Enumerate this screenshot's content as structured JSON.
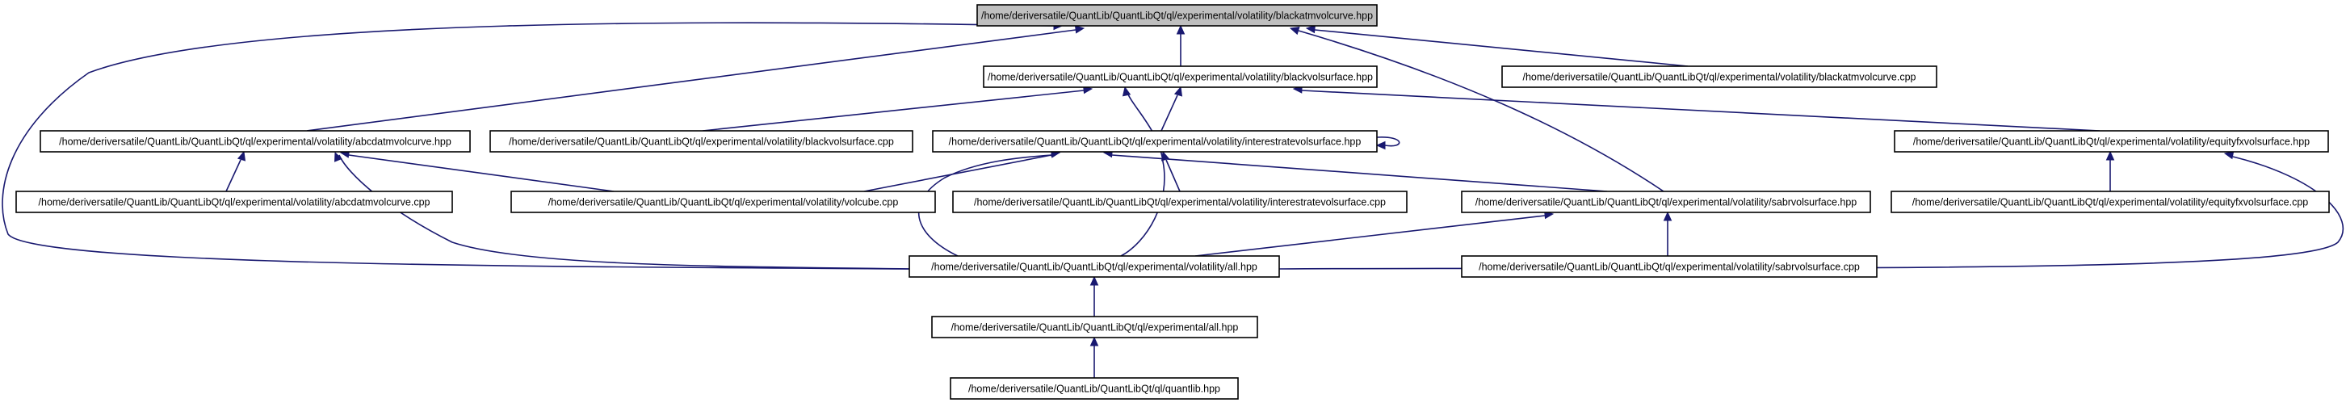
{
  "colors": {
    "edge": "#191970",
    "node_border": "#000000",
    "node_fill": "#ffffff",
    "root_fill": "#bfbfbf",
    "background": "#ffffff"
  },
  "root": "blackatmvolcurve_hpp",
  "nodes": [
    {
      "id": "blackatmvolcurve_hpp",
      "label": "/home/deriversatile/QuantLib/QuantLibQt/ql/experimental/volatility/blackatmvolcurve.hpp"
    },
    {
      "id": "blackvolsurface_hpp",
      "label": "/home/deriversatile/QuantLib/QuantLibQt/ql/experimental/volatility/blackvolsurface.hpp"
    },
    {
      "id": "blackatmvolcurve_cpp",
      "label": "/home/deriversatile/QuantLib/QuantLibQt/ql/experimental/volatility/blackatmvolcurve.cpp"
    },
    {
      "id": "abcdatmvolcurve_hpp",
      "label": "/home/deriversatile/QuantLib/QuantLibQt/ql/experimental/volatility/abcdatmvolcurve.hpp"
    },
    {
      "id": "blackvolsurface_cpp",
      "label": "/home/deriversatile/QuantLib/QuantLibQt/ql/experimental/volatility/blackvolsurface.cpp"
    },
    {
      "id": "interestratevolsurface_hpp",
      "label": "/home/deriversatile/QuantLib/QuantLibQt/ql/experimental/volatility/interestratevolsurface.hpp"
    },
    {
      "id": "equityfxvolsurface_hpp",
      "label": "/home/deriversatile/QuantLib/QuantLibQt/ql/experimental/volatility/equityfxvolsurface.hpp"
    },
    {
      "id": "abcdatmvolcurve_cpp",
      "label": "/home/deriversatile/QuantLib/QuantLibQt/ql/experimental/volatility/abcdatmvolcurve.cpp"
    },
    {
      "id": "volcube_cpp",
      "label": "/home/deriversatile/QuantLib/QuantLibQt/ql/experimental/volatility/volcube.cpp"
    },
    {
      "id": "interestratevolsurface_cpp",
      "label": "/home/deriversatile/QuantLib/QuantLibQt/ql/experimental/volatility/interestratevolsurface.cpp"
    },
    {
      "id": "sabrvolsurface_hpp",
      "label": "/home/deriversatile/QuantLib/QuantLibQt/ql/experimental/volatility/sabrvolsurface.hpp"
    },
    {
      "id": "equityfxvolsurface_cpp",
      "label": "/home/deriversatile/QuantLib/QuantLibQt/ql/experimental/volatility/equityfxvolsurface.cpp"
    },
    {
      "id": "volatility_all_hpp",
      "label": "/home/deriversatile/QuantLib/QuantLibQt/ql/experimental/volatility/all.hpp"
    },
    {
      "id": "sabrvolsurface_cpp",
      "label": "/home/deriversatile/QuantLib/QuantLibQt/ql/experimental/volatility/sabrvolsurface.cpp"
    },
    {
      "id": "experimental_all_hpp",
      "label": "/home/deriversatile/QuantLib/QuantLibQt/ql/experimental/all.hpp"
    },
    {
      "id": "quantlib_hpp",
      "label": "/home/deriversatile/QuantLib/QuantLibQt/ql/quantlib.hpp"
    }
  ],
  "edges": [
    {
      "from": "blackvolsurface_hpp",
      "to": "blackatmvolcurve_hpp"
    },
    {
      "from": "blackatmvolcurve_cpp",
      "to": "blackatmvolcurve_hpp"
    },
    {
      "from": "abcdatmvolcurve_hpp",
      "to": "blackatmvolcurve_hpp"
    },
    {
      "from": "sabrvolsurface_hpp",
      "to": "blackatmvolcurve_hpp"
    },
    {
      "from": "volatility_all_hpp",
      "to": "blackatmvolcurve_hpp"
    },
    {
      "from": "blackvolsurface_cpp",
      "to": "blackvolsurface_hpp"
    },
    {
      "from": "interestratevolsurface_hpp",
      "to": "blackvolsurface_hpp"
    },
    {
      "from": "equityfxvolsurface_hpp",
      "to": "blackvolsurface_hpp"
    },
    {
      "from": "volatility_all_hpp",
      "to": "blackvolsurface_hpp"
    },
    {
      "from": "abcdatmvolcurve_cpp",
      "to": "abcdatmvolcurve_hpp"
    },
    {
      "from": "volcube_cpp",
      "to": "abcdatmvolcurve_hpp"
    },
    {
      "from": "volatility_all_hpp",
      "to": "abcdatmvolcurve_hpp"
    },
    {
      "from": "interestratevolsurface_hpp",
      "to": "interestratevolsurface_hpp"
    },
    {
      "from": "volcube_cpp",
      "to": "interestratevolsurface_hpp"
    },
    {
      "from": "interestratevolsurface_cpp",
      "to": "interestratevolsurface_hpp"
    },
    {
      "from": "sabrvolsurface_hpp",
      "to": "interestratevolsurface_hpp"
    },
    {
      "from": "volatility_all_hpp",
      "to": "interestratevolsurface_hpp"
    },
    {
      "from": "equityfxvolsurface_cpp",
      "to": "equityfxvolsurface_hpp"
    },
    {
      "from": "volatility_all_hpp",
      "to": "equityfxvolsurface_hpp"
    },
    {
      "from": "volatility_all_hpp",
      "to": "sabrvolsurface_hpp"
    },
    {
      "from": "sabrvolsurface_cpp",
      "to": "sabrvolsurface_hpp"
    },
    {
      "from": "experimental_all_hpp",
      "to": "volatility_all_hpp"
    },
    {
      "from": "quantlib_hpp",
      "to": "experimental_all_hpp"
    }
  ]
}
